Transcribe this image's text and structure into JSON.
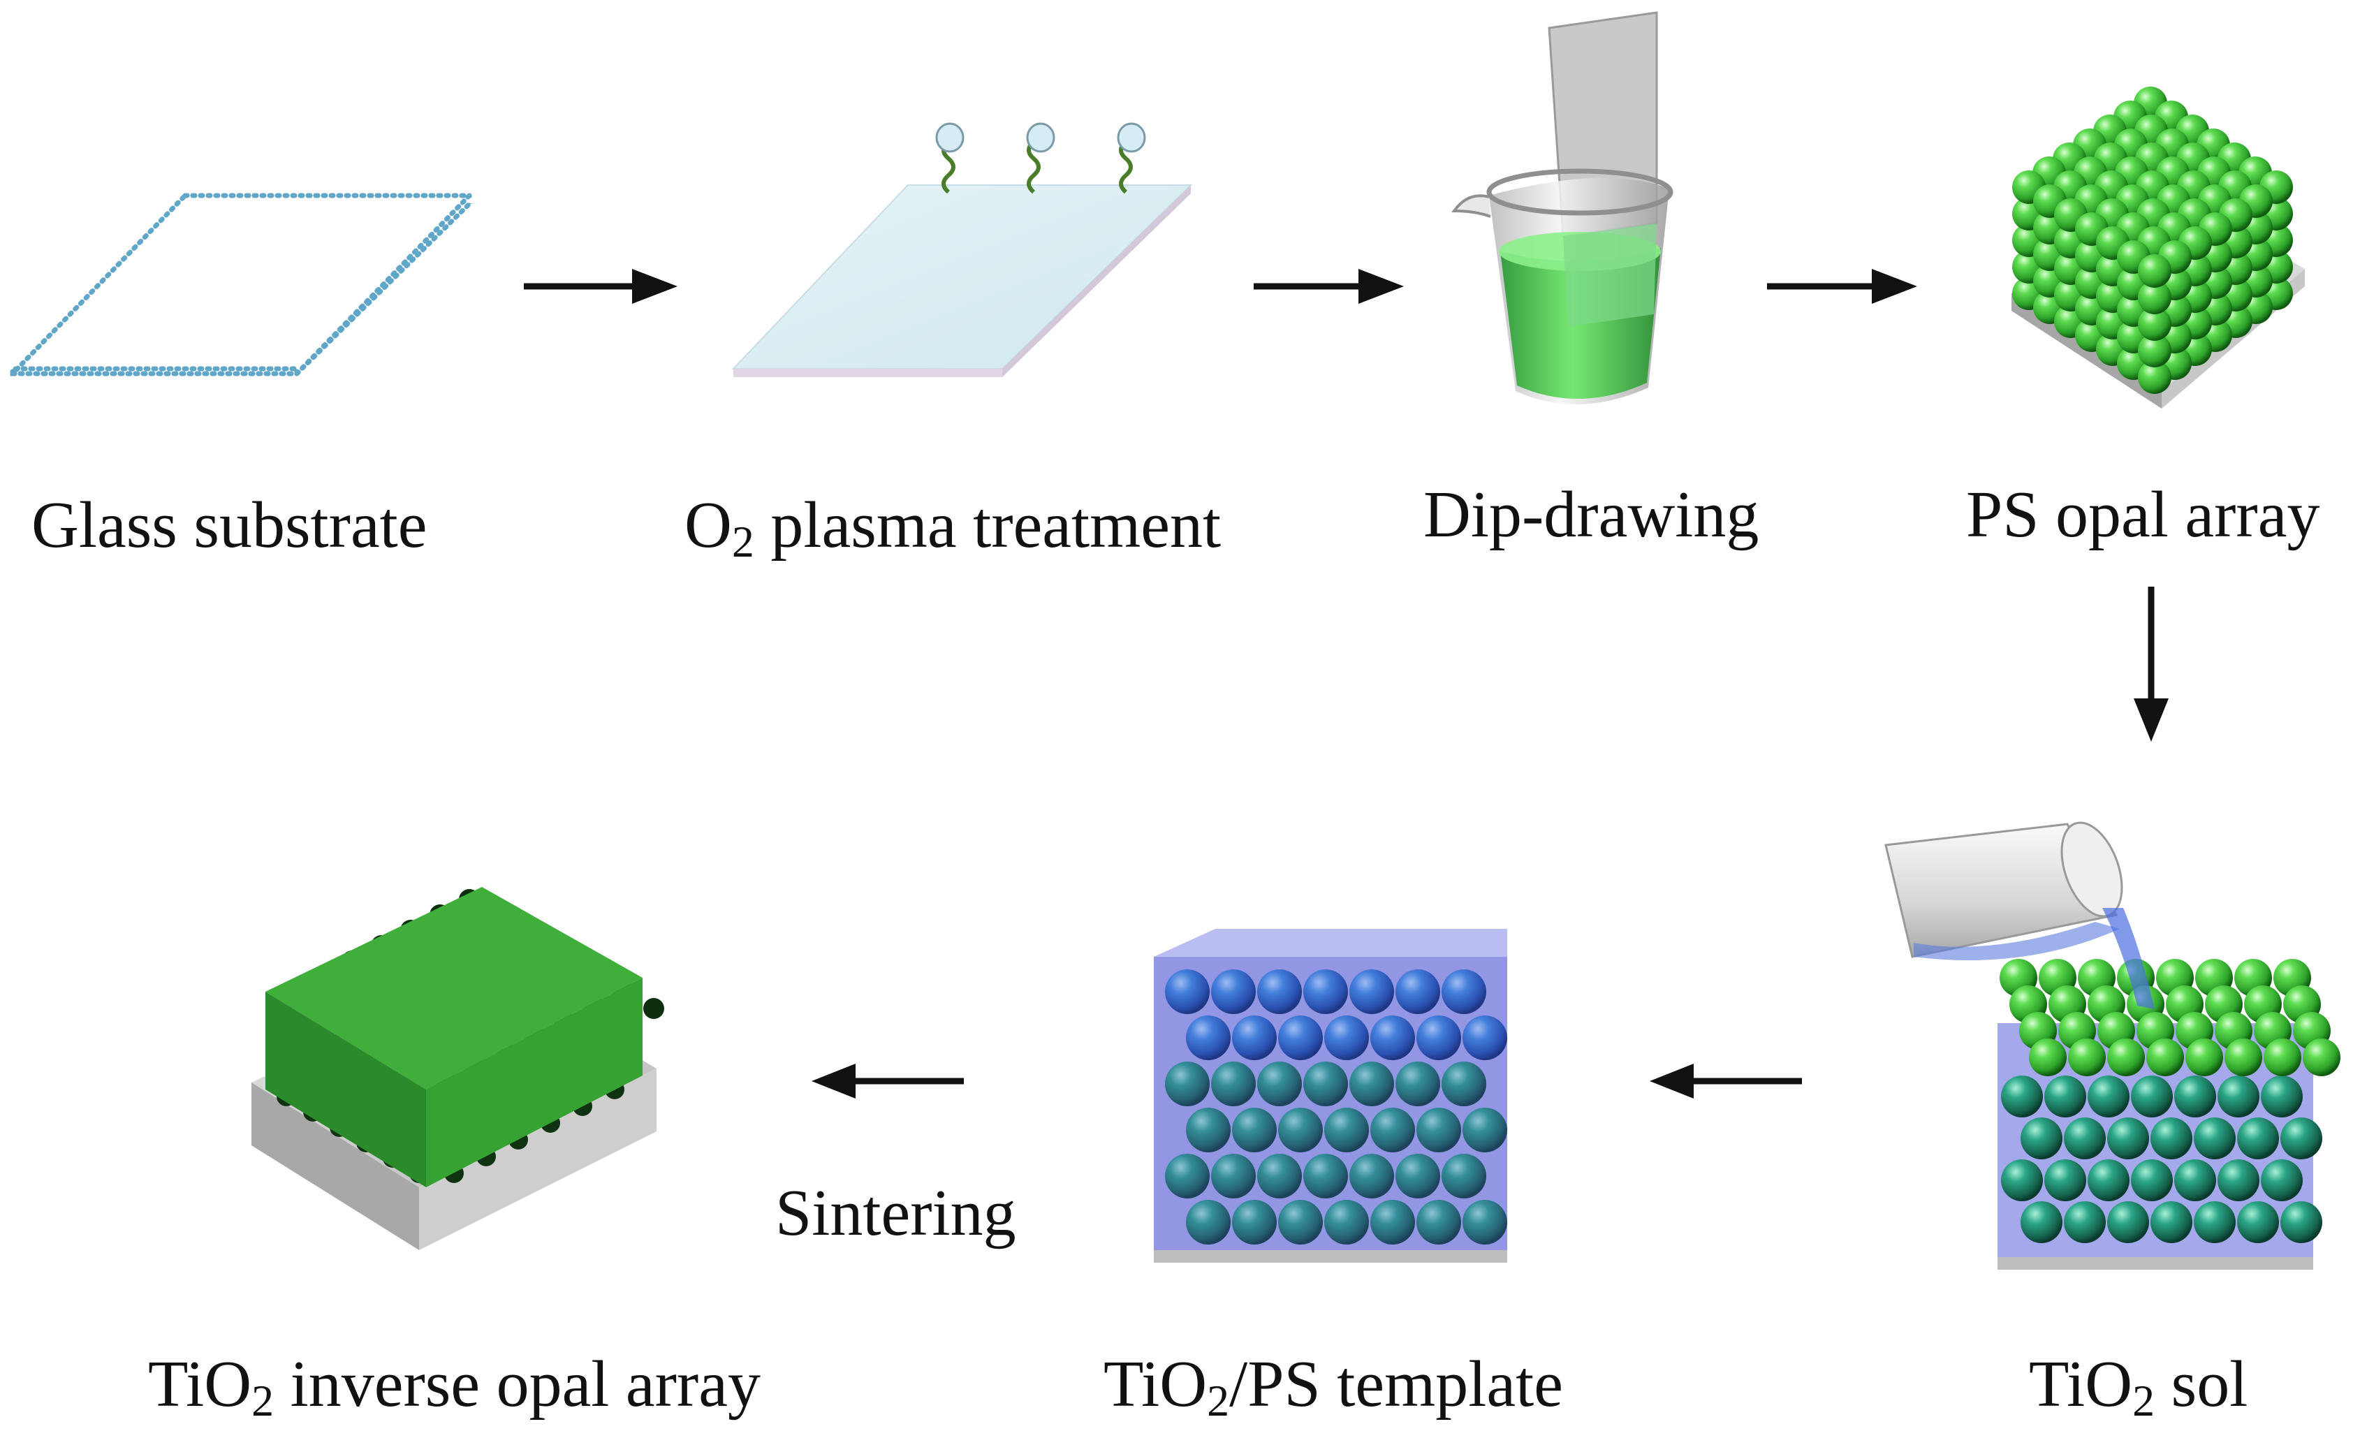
{
  "steps": [
    {
      "label": "Glass substrate"
    },
    {
      "label_pre": "O",
      "label_sub": "2",
      "label_post": " plasma treatment"
    },
    {
      "label": "Dip-drawing"
    },
    {
      "label": "PS opal array"
    },
    {
      "label_pre": "TiO",
      "label_sub": "2",
      "label_post": " sol"
    },
    {
      "label_pre": "TiO",
      "label_sub": "2",
      "label_post": "/PS template"
    },
    {
      "label_pre": "TiO",
      "label_sub": "2",
      "label_post": " inverse opal array"
    }
  ],
  "arrow_labels": {
    "sintering": "Sintering"
  },
  "colors": {
    "green_sphere": "#3fc13a",
    "blue_sphere": "#1f6fd0",
    "substrate_gray": "#bfbfbf",
    "glass_fill": "#d8eef2",
    "arrow": "#111111"
  }
}
